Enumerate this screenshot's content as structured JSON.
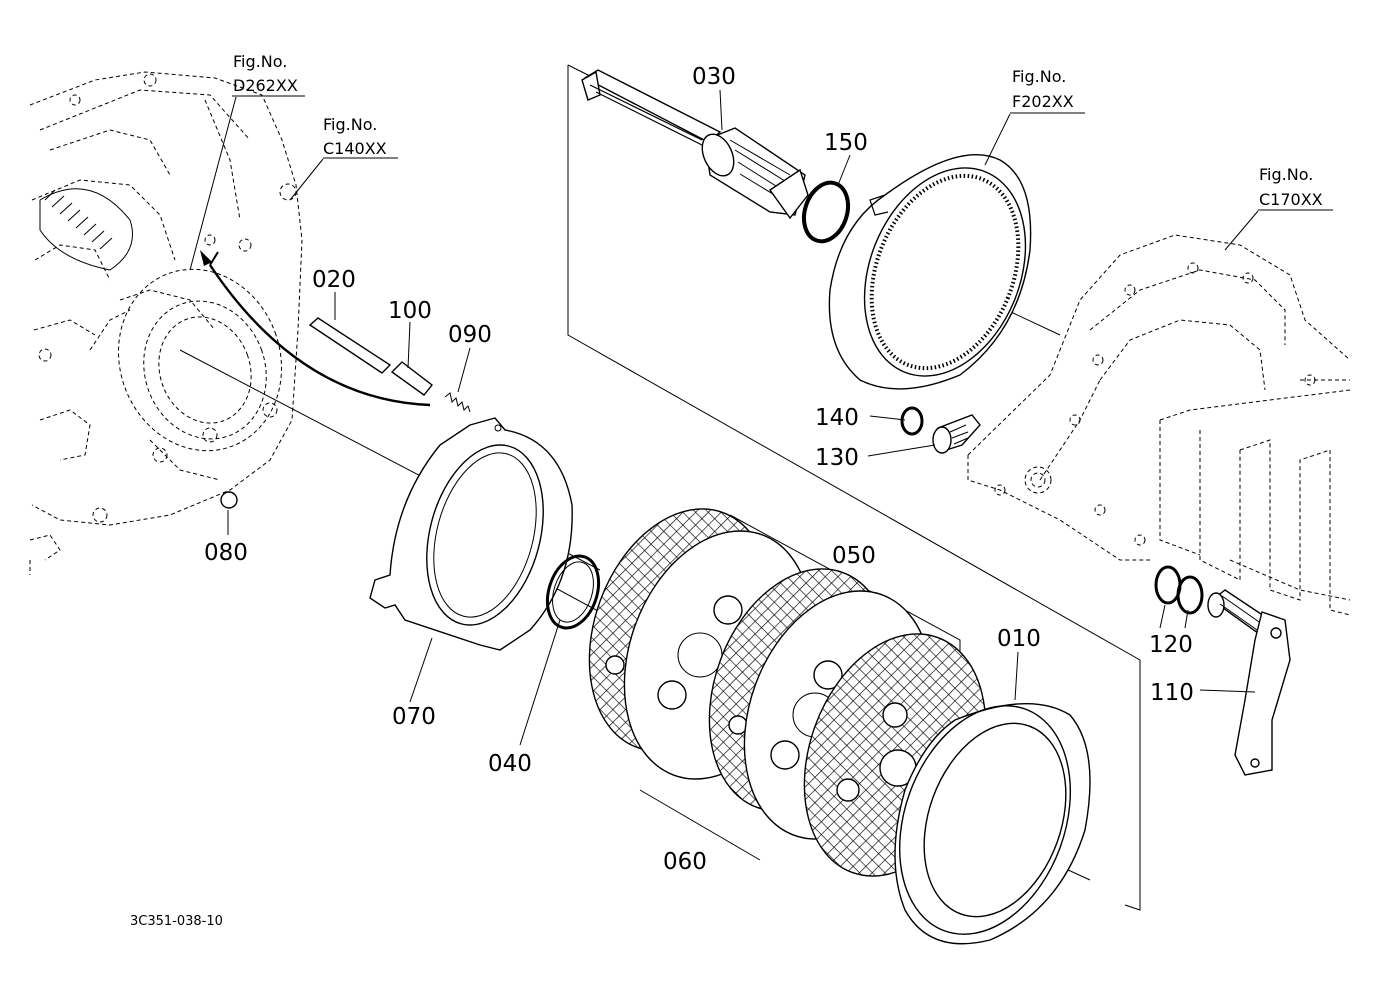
{
  "diagram_code": "3C351-038-10",
  "figure_refs": [
    {
      "id": "d262",
      "line1": "Fig.No.",
      "line2": "D262XX"
    },
    {
      "id": "c140",
      "line1": "Fig.No.",
      "line2": "C140XX"
    },
    {
      "id": "f202",
      "line1": "Fig.No.",
      "line2": "F202XX"
    },
    {
      "id": "c170",
      "line1": "Fig.No.",
      "line2": "C170XX"
    }
  ],
  "parts": {
    "p010": "010",
    "p020": "020",
    "p030": "030",
    "p040": "040",
    "p050": "050",
    "p060": "060",
    "p070": "070",
    "p080": "080",
    "p090": "090",
    "p100": "100",
    "p110": "110",
    "p120": "120",
    "p130": "130",
    "p140": "140",
    "p150": "150"
  }
}
